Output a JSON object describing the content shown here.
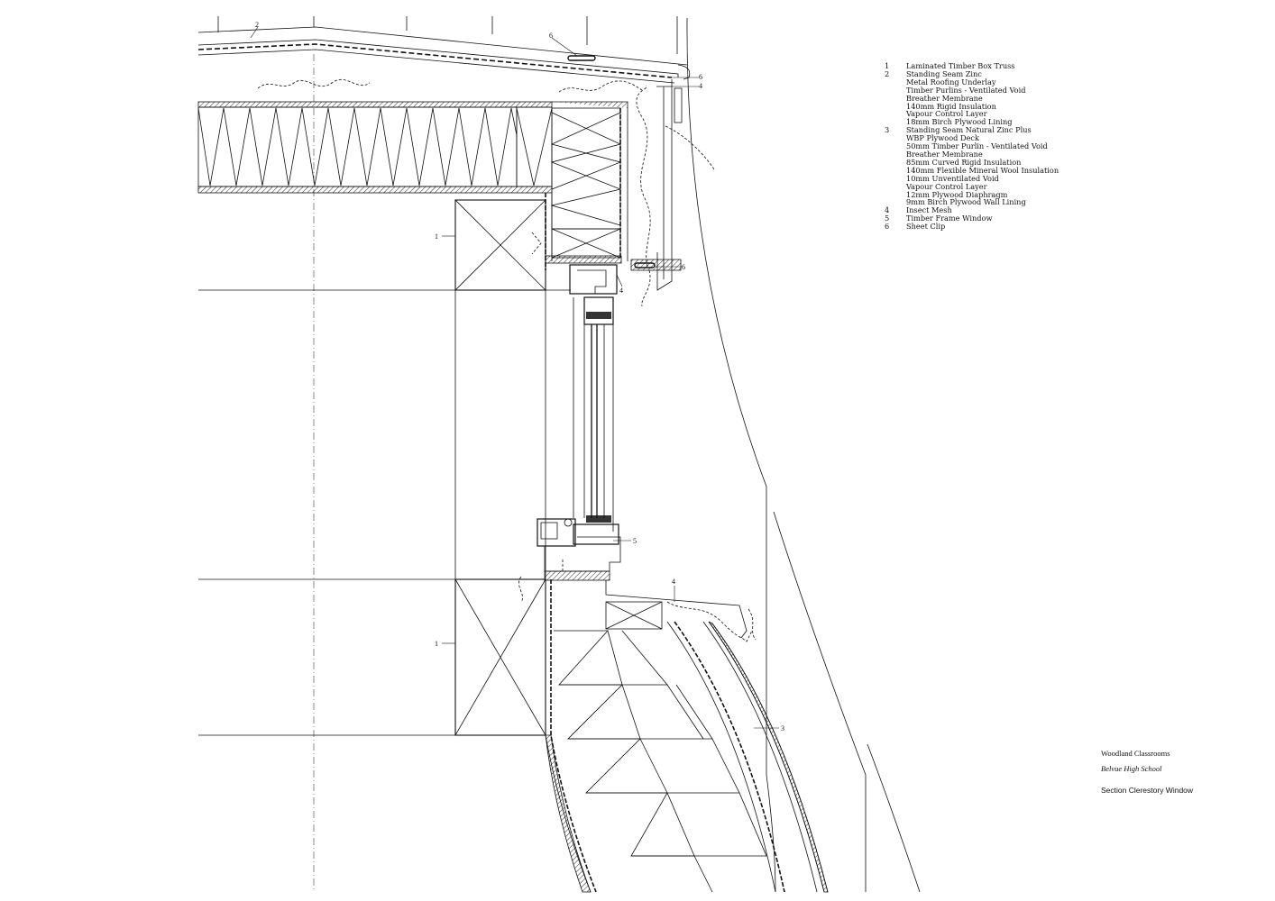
{
  "legend": [
    {
      "num": "1",
      "lines": [
        "Laminated Timber Box Truss"
      ]
    },
    {
      "num": "2",
      "lines": [
        "Standing Seam Zinc",
        "Metal Roofing Underlay",
        "Timber Purlins - Ventilated Void",
        "Breather Membrane",
        "140mm Rigid Insulation",
        "Vapour Control Layer",
        "18mm Birch Plywood Lining"
      ]
    },
    {
      "num": "3",
      "lines": [
        "Standing Seam Natural Zinc Plus",
        "WBP Plywood Deck",
        "50mm Timber Purlin - Ventilated Void",
        "Breather Membrane",
        "85mm Curved Rigid Insulation",
        "140mm Flexible Mineral Wool Insulation",
        "10mm Unventilated Void",
        "Vapour Control Layer",
        "12mm Plywood Diaphragm",
        "9mm Birch Plywood Wall Lining"
      ]
    },
    {
      "num": "4",
      "lines": [
        "Insect Mesh"
      ]
    },
    {
      "num": "5",
      "lines": [
        "Timber Frame Window"
      ]
    },
    {
      "num": "6",
      "lines": [
        "Sheet Clip"
      ]
    }
  ],
  "title_block": {
    "project": "Woodland Classrooms",
    "client": "Belvue High School",
    "sheet_title": "Section Clerestory Window"
  },
  "tags": {
    "t2": "2",
    "t6a": "6",
    "t6b": "6",
    "t4a": "4",
    "t1a": "1",
    "t6c": "6",
    "t4b": "4",
    "t5": "5",
    "t4c": "4",
    "t1b": "1",
    "t3": "3"
  }
}
